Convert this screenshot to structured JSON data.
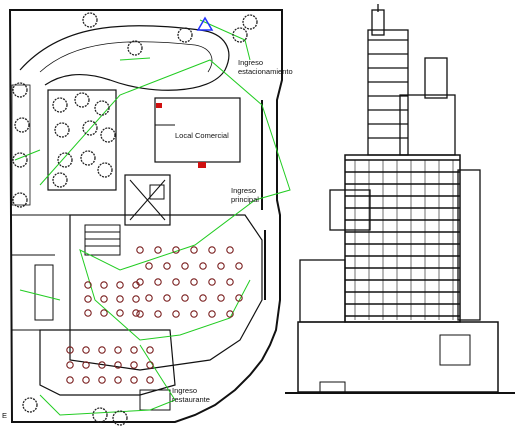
{
  "plan": {
    "labels": {
      "parking_entrance_line1": "Ingreso",
      "parking_entrance_line2": "estacionamiento",
      "commercial_premises": "Local Comercial",
      "main_entrance_line1": "Ingreso",
      "main_entrance_line2": "principal",
      "restaurant_entrance_line1": "Ingreso",
      "restaurant_entrance_line2": "restaurante",
      "corner_mark": "E"
    }
  },
  "colors": {
    "line": "#111111",
    "circulation": "#22cc22",
    "furniture": "#7a1f1f",
    "vegetation": "#222222",
    "accent_blue": "#2233ff",
    "accent_red": "#d01010"
  }
}
